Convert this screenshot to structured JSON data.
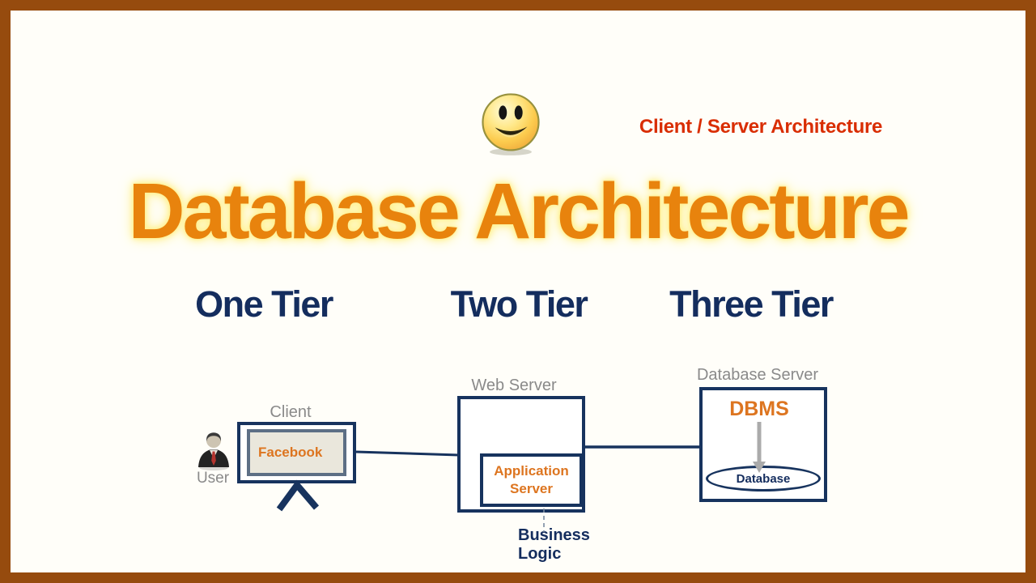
{
  "frame": {
    "border_color": "#964B0E"
  },
  "header": {
    "smiley_icon": "smiley-face-icon",
    "subtitle": {
      "text": "Client / Server Architecture",
      "color": "#D92D02"
    },
    "title": {
      "text": "Database Architecture",
      "color": "#E8830D",
      "glow_color": "#FFEE75"
    }
  },
  "tier_headings": [
    {
      "label": "One Tier"
    },
    {
      "label": "Two Tier"
    },
    {
      "label": "Three Tier"
    }
  ],
  "diagram": {
    "colors": {
      "navy": "#17335E",
      "gray_label": "#8A8A8A",
      "orange_text": "#DD7520",
      "screen_fill": "#EAE7DC",
      "screen_border": "#5D6F85",
      "arrow_gray": "#ABABAB"
    },
    "one_tier": {
      "user_icon": "person-icon",
      "user_label": "User",
      "client_label": "Client",
      "screen_text": "Facebook"
    },
    "two_tier": {
      "server_label": "Web Server",
      "inner_box": "Application Server",
      "annotation": "Business Logic"
    },
    "three_tier": {
      "server_label": "Database Server",
      "dbms": "DBMS",
      "database": "Database"
    }
  }
}
